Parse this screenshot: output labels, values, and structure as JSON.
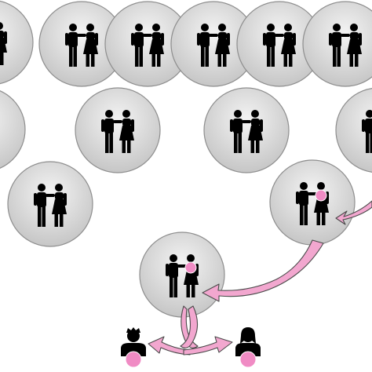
{
  "colors": {
    "background": "#ffffff",
    "circle_fill_light": "#f4f4f4",
    "circle_fill_dark": "#c6c6c6",
    "circle_stroke": "#8e8e8e",
    "silhouette": "#000000",
    "highlight": "#f08bc4",
    "arrow_fill": "#f2a7cf",
    "arrow_stroke": "#4a4a4a"
  },
  "icons": {
    "couple": "couple-icon",
    "carrier_marker": "pink-dot",
    "male_child": "boy-icon",
    "female_child": "girl-icon",
    "arrow": "curved-arrow"
  },
  "rows": [
    {
      "name": "generation-1",
      "count": 6,
      "partially_visible": true
    },
    {
      "name": "generation-2",
      "count": 4,
      "partially_visible": true
    },
    {
      "name": "generation-3",
      "count": 2,
      "carrier_highlighted": [
        false,
        true
      ]
    },
    {
      "name": "generation-4",
      "count": 1,
      "carrier_highlighted": [
        true
      ]
    },
    {
      "name": "offspring",
      "count": 2,
      "members": [
        "boy",
        "girl"
      ],
      "carrier_highlighted": [
        true,
        true
      ]
    }
  ]
}
